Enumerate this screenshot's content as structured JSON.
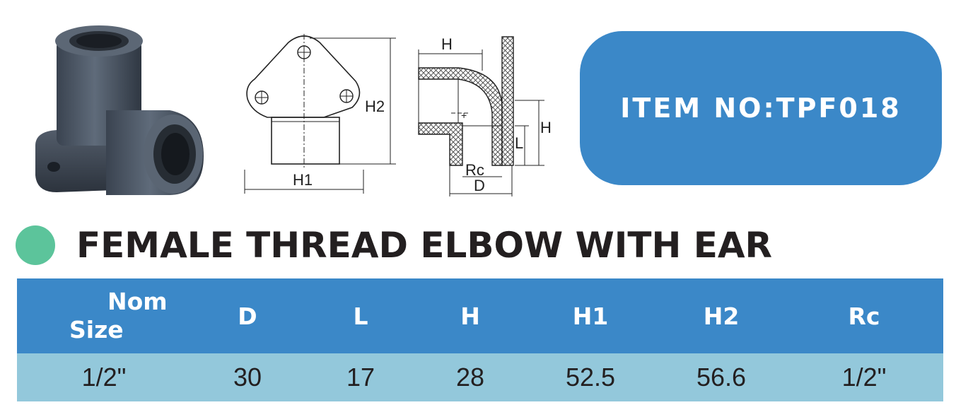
{
  "item": {
    "label": "ITEM NO:TPF018"
  },
  "title": "FEMALE THREAD ELBOW WITH EAR",
  "drawing": {
    "front_labels": {
      "h1": "H1",
      "h2": "H2"
    },
    "section_labels": {
      "h_top": "H",
      "h_right": "H",
      "l": "L",
      "rc": "Rc",
      "d": "D"
    }
  },
  "table": {
    "headers": {
      "nom_line1": "Nom",
      "nom_line2": "Size",
      "d": "D",
      "l": "L",
      "h": "H",
      "h1": "H1",
      "h2": "H2",
      "rc": "Rc"
    },
    "rows": [
      {
        "nom": "1/2\"",
        "d": "30",
        "l": "17",
        "h": "28",
        "h1": "52.5",
        "h2": "56.6",
        "rc": "1/2\""
      }
    ]
  },
  "colors": {
    "blue": "#3b88c8",
    "light_blue": "#93c8db",
    "green": "#5cc49b",
    "text": "#231f20"
  }
}
